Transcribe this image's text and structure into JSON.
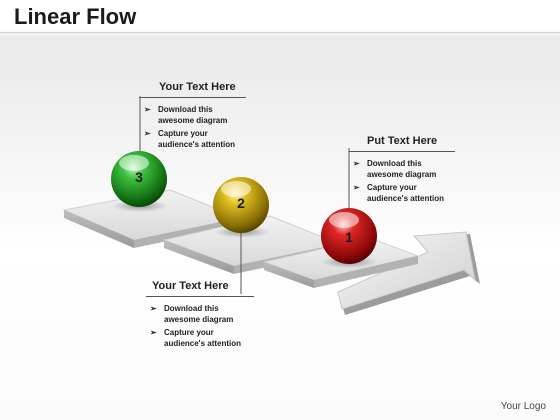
{
  "title": "Linear Flow",
  "logo": "Your Logo",
  "steps": [
    {
      "number": "3",
      "color": "#1f8a1f"
    },
    {
      "number": "2",
      "color": "#b89a10"
    },
    {
      "number": "1",
      "color": "#c41414"
    }
  ],
  "callouts": {
    "top_left": {
      "heading": "Your Text Here",
      "bullets": [
        "Download this awesome diagram",
        "Capture your audience's attention"
      ]
    },
    "top_right": {
      "heading": "Put Text Here",
      "bullets": [
        "Download this awesome diagram",
        "Capture your audience's attention"
      ]
    },
    "bottom": {
      "heading": "Your Text Here",
      "bullets": [
        "Download this awesome diagram",
        "Capture your audience's attention"
      ]
    }
  },
  "bullet_glyph": "➢"
}
